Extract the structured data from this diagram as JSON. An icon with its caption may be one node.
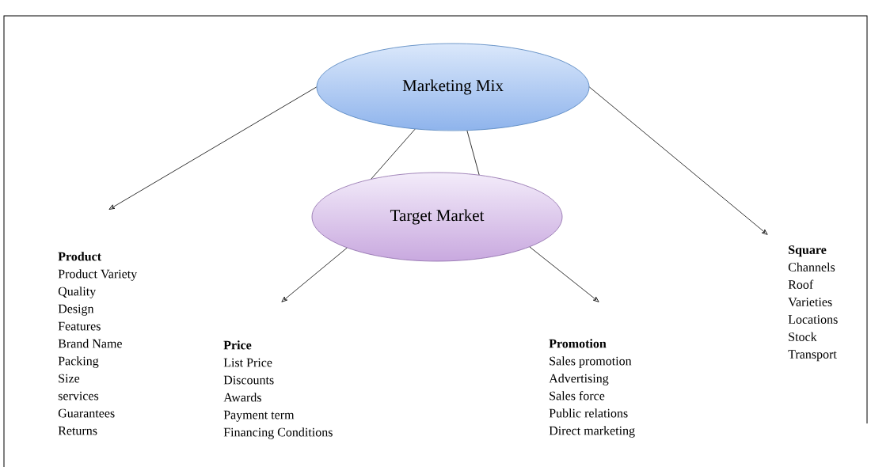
{
  "diagram": {
    "nodes": [
      {
        "text": [
          "Marketing Mix"
        ]
      },
      {
        "text": [
          "Target Market"
        ]
      },
      {
        "text": [
          "Product",
          "Product Variety",
          "Quality",
          "Design",
          "Features",
          "Brand Name",
          "Packing",
          "Size",
          "services",
          "Guarantees",
          "Returns"
        ]
      },
      {
        "text": [
          "Price",
          "List Price",
          "Discounts",
          "Awards",
          "Payment term",
          "Financing Conditions"
        ]
      },
      {
        "text": [
          "Promotion",
          "Sales promotion",
          "Advertising",
          "Sales force",
          "Public relations",
          "Direct marketing"
        ]
      },
      {
        "text": [
          "Square",
          "Channels",
          "Roof",
          "Varieties",
          "Locations",
          "Stock",
          "Transport"
        ]
      }
    ],
    "edges": [
      {
        "from": 0,
        "to": 2,
        "arrow": "to"
      },
      {
        "from": 0,
        "to": 5,
        "arrow": "to"
      },
      {
        "from": 0,
        "to": 1,
        "arrow": "none"
      },
      {
        "from": 0,
        "to": 1,
        "arrow": "none"
      },
      {
        "from": 1,
        "to": 3,
        "arrow": "to"
      },
      {
        "from": 1,
        "to": 4,
        "arrow": "to"
      }
    ]
  }
}
